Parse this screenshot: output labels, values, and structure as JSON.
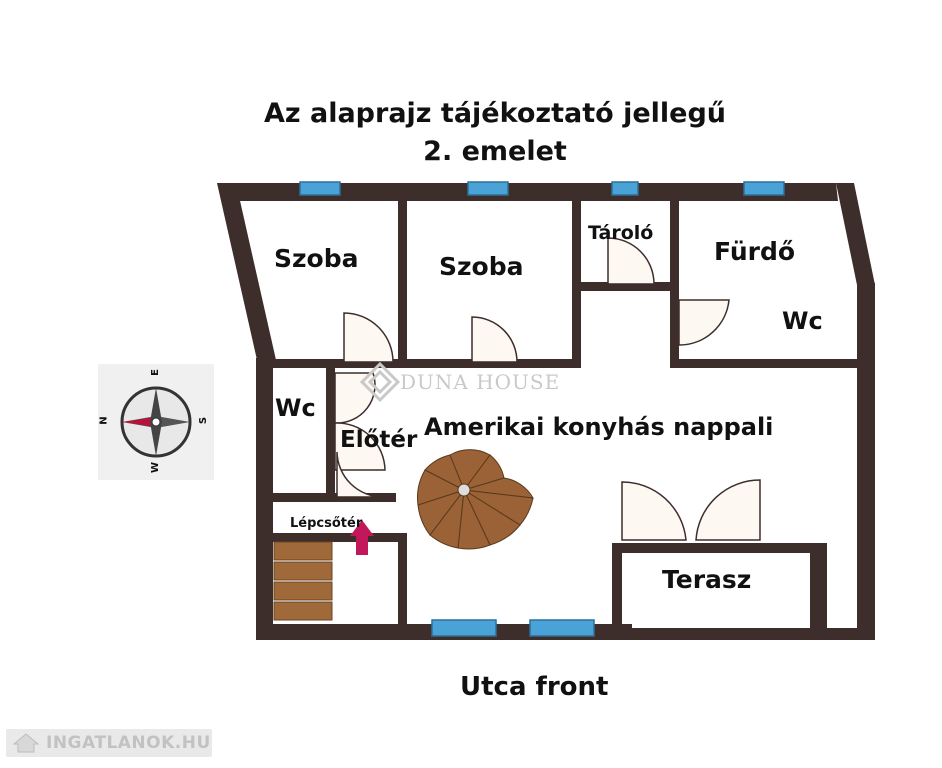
{
  "title": {
    "line1": "Az alaprajz tájékoztató jellegű",
    "line2": "2. emelet"
  },
  "rooms": {
    "szoba1": "Szoba",
    "szoba2": "Szoba",
    "tarolo": "Tároló",
    "furdo": "Fürdő",
    "wc_right": "Wc",
    "wc_left": "Wc",
    "eloter": "Előtér",
    "nappali": "Amerikai konyhás nappali",
    "lepcsoter": "Lépcsőtér",
    "terasz": "Terasz"
  },
  "street": "Utca front",
  "watermark": "DUNA HOUSE",
  "compass": {
    "n": "N",
    "e": "E",
    "s": "S",
    "w": "W"
  },
  "site": "INGATLANOK.HU",
  "colors": {
    "wall": "#3d2e2b",
    "window": "#4aa3d6",
    "stair": "#8b5a2b",
    "arrow": "#c2185b"
  }
}
